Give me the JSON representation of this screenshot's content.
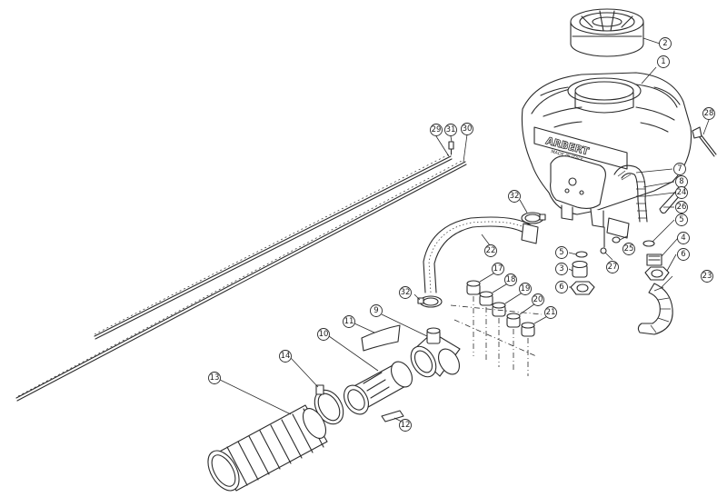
{
  "diagram": {
    "brand_text": "ARBERT",
    "tank_small_text": "MADE IN ITALY",
    "balloons": [
      {
        "id": "b1",
        "label": "1"
      },
      {
        "id": "b2",
        "label": "2"
      },
      {
        "id": "b3",
        "label": "3"
      },
      {
        "id": "b4",
        "label": "4"
      },
      {
        "id": "b5a",
        "label": "5"
      },
      {
        "id": "b5b",
        "label": "5"
      },
      {
        "id": "b6a",
        "label": "6"
      },
      {
        "id": "b6b",
        "label": "6"
      },
      {
        "id": "b7",
        "label": "7"
      },
      {
        "id": "b8",
        "label": "8"
      },
      {
        "id": "b9",
        "label": "9"
      },
      {
        "id": "b10",
        "label": "10"
      },
      {
        "id": "b11",
        "label": "11"
      },
      {
        "id": "b12",
        "label": "12"
      },
      {
        "id": "b13",
        "label": "13"
      },
      {
        "id": "b14",
        "label": "14"
      },
      {
        "id": "b17",
        "label": "17"
      },
      {
        "id": "b18",
        "label": "18"
      },
      {
        "id": "b19",
        "label": "19"
      },
      {
        "id": "b20",
        "label": "20"
      },
      {
        "id": "b21",
        "label": "21"
      },
      {
        "id": "b22",
        "label": "22"
      },
      {
        "id": "b23",
        "label": "23"
      },
      {
        "id": "b24",
        "label": "24"
      },
      {
        "id": "b25",
        "label": "25"
      },
      {
        "id": "b26",
        "label": "26"
      },
      {
        "id": "b27",
        "label": "27"
      },
      {
        "id": "b28",
        "label": "28"
      },
      {
        "id": "b29",
        "label": "29"
      },
      {
        "id": "b30",
        "label": "30"
      },
      {
        "id": "b31",
        "label": "31"
      },
      {
        "id": "b32a",
        "label": "32"
      },
      {
        "id": "b32b",
        "label": "32"
      }
    ]
  }
}
